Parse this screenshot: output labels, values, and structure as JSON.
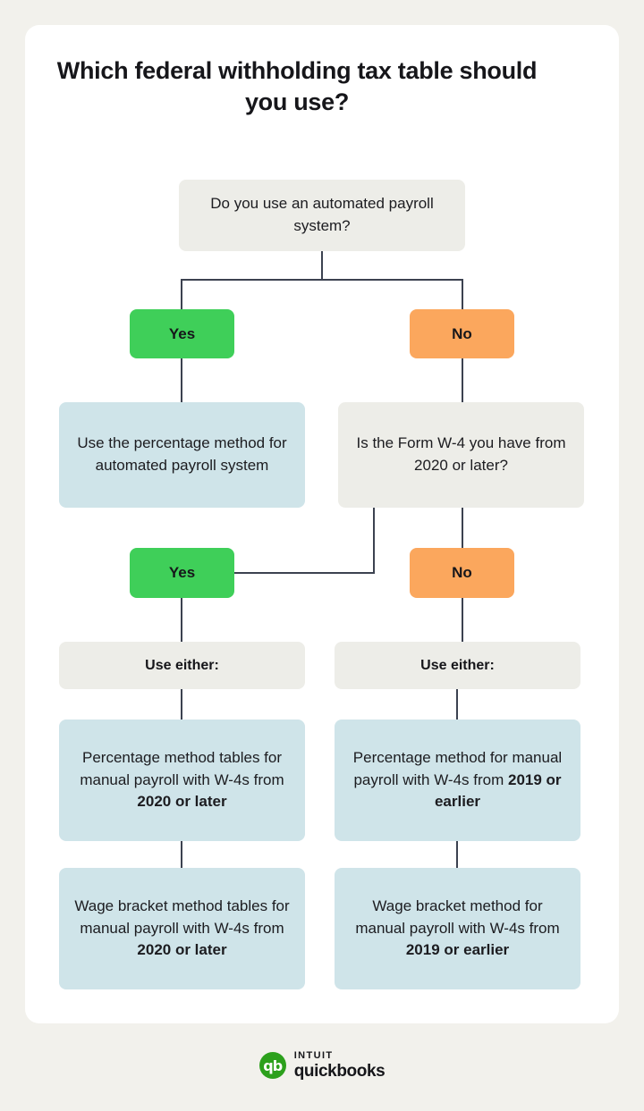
{
  "theme": {
    "page_background": "#f2f1ec",
    "card_background": "#ffffff",
    "neutral_box": "#edede8",
    "result_box": "#cfe4e9",
    "yes_color": "#3fcf59",
    "no_color": "#fba75d",
    "connector_color": "#3c4250",
    "text_color": "#1c1c20",
    "brand_green": "#2ca01c"
  },
  "header": {
    "title": "Which federal withholding tax table should you use?"
  },
  "chart_data": {
    "type": "diagram",
    "title": "Which federal withholding tax table should you use?",
    "nodes": [
      {
        "id": "q1",
        "kind": "question",
        "text": "Do you use an automated payroll system?"
      },
      {
        "id": "q1-yes",
        "kind": "answer",
        "text": "Yes"
      },
      {
        "id": "q1-no",
        "kind": "answer",
        "text": "No"
      },
      {
        "id": "r1",
        "kind": "result",
        "text": "Use the percentage method for automated payroll system"
      },
      {
        "id": "q2",
        "kind": "question",
        "text": "Is the Form W-4 you have from 2020 or later?"
      },
      {
        "id": "q2-yes",
        "kind": "answer",
        "text": "Yes"
      },
      {
        "id": "q2-no",
        "kind": "answer",
        "text": "No"
      },
      {
        "id": "either-left",
        "kind": "label",
        "text": "Use either:"
      },
      {
        "id": "either-right",
        "kind": "label",
        "text": "Use either:"
      },
      {
        "id": "r2",
        "kind": "result",
        "text": "Percentage method tables for manual payroll with W-4s from 2020 or later"
      },
      {
        "id": "r3",
        "kind": "result",
        "text": "Wage bracket method tables for manual payroll with W-4s from 2020 or later"
      },
      {
        "id": "r4",
        "kind": "result",
        "text": "Percentage method for manual payroll with W-4s from 2019 or earlier"
      },
      {
        "id": "r5",
        "kind": "result",
        "text": "Wage bracket method for manual payroll with W-4s from 2019 or earlier"
      }
    ],
    "edges": [
      {
        "from": "q1",
        "to": "q1-yes",
        "label": "Yes"
      },
      {
        "from": "q1",
        "to": "q1-no",
        "label": "No"
      },
      {
        "from": "q1-yes",
        "to": "r1"
      },
      {
        "from": "q1-no",
        "to": "q2"
      },
      {
        "from": "q2",
        "to": "q2-yes",
        "label": "Yes"
      },
      {
        "from": "q2",
        "to": "q2-no",
        "label": "No"
      },
      {
        "from": "q2-yes",
        "to": "either-left"
      },
      {
        "from": "q2-no",
        "to": "either-right"
      },
      {
        "from": "either-left",
        "to": "r2"
      },
      {
        "from": "r2",
        "to": "r3"
      },
      {
        "from": "either-right",
        "to": "r4"
      },
      {
        "from": "r4",
        "to": "r5"
      }
    ]
  },
  "flow": {
    "q1": "Do you use an automated payroll system?",
    "q1_yes": "Yes",
    "q1_no": "No",
    "r1": "Use the percentage method for automated payroll system",
    "q2": "Is the Form W-4 you have from 2020 or later?",
    "q2_yes": "Yes",
    "q2_no": "No",
    "either_left": "Use either:",
    "either_right": "Use either:",
    "r2_plain": "Percentage method tables for manual payroll with W-4s from ",
    "r2_bold": "2020 or later",
    "r3_plain": "Wage bracket method tables for manual payroll with W-4s from ",
    "r3_bold": "2020 or later",
    "r4_plain": "Percentage method for manual payroll with W-4s from ",
    "r4_bold": "2019 or earlier",
    "r5_plain": "Wage bracket method for manual payroll with W-4s from ",
    "r5_bold": "2019 or earlier"
  },
  "footer": {
    "logo_mark": "qb",
    "logo_intuit": "intuit",
    "logo_product": "quickbooks"
  }
}
